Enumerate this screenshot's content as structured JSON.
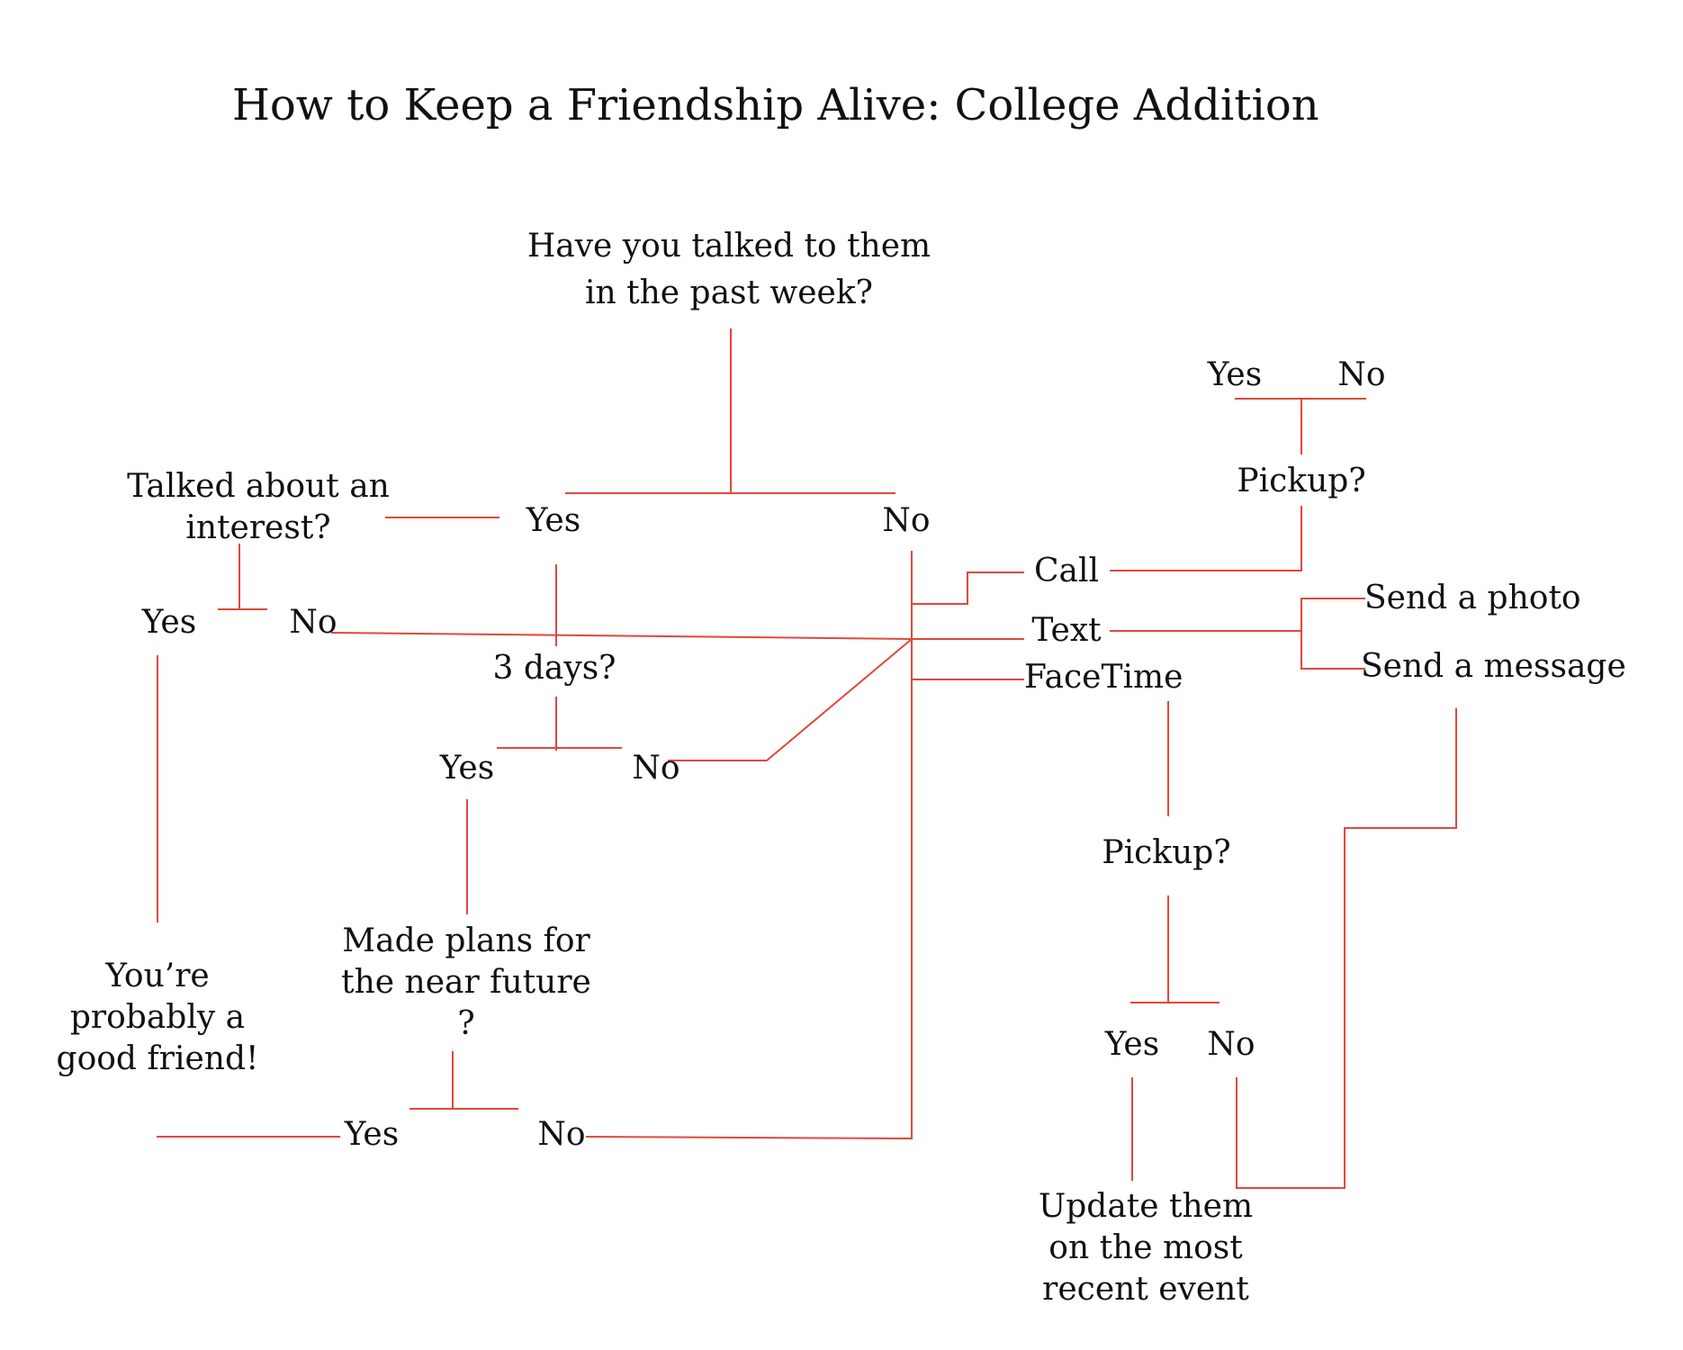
{
  "title": "How to Keep a Friendship Alive: College Addition",
  "colors": {
    "line": "#e0483e",
    "text": "#111111",
    "background": "#ffffff"
  },
  "nodes": {
    "q_talked": "Have you talked to them in the past week?",
    "yes_talked": "Yes",
    "no_talked": "No",
    "q_interest": "Talked about an interest?",
    "yes_interest": "Yes",
    "no_interest": "No",
    "q_3days": "3 days?",
    "yes_3days": "Yes",
    "no_3days": "No",
    "q_plans": "Made plans for the near future ?",
    "yes_plans": "Yes",
    "no_plans": "No",
    "good_friend": "You’re probably a good friend!",
    "call": "Call",
    "text": "Text",
    "facetime": "FaceTime",
    "pickup_call": "Pickup?",
    "yes_call": "Yes",
    "no_call": "No",
    "send_photo": "Send a photo",
    "send_message": "Send a message",
    "pickup_facetime": "Pickup?",
    "yes_facetime": "Yes",
    "no_facetime": "No",
    "update": "Update them on the most recent event"
  }
}
